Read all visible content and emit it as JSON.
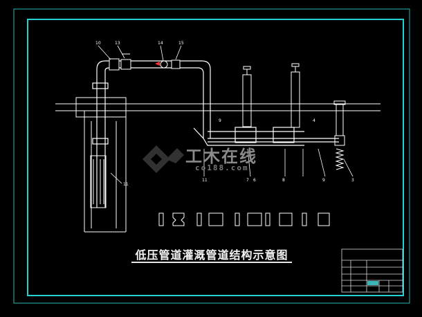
{
  "drawing": {
    "title": "低压管道灌溉管道结构示意图",
    "part_numbers": [
      "10",
      "13",
      "14",
      "15",
      "11",
      "9",
      "4",
      "11",
      "7",
      "6",
      "8",
      "3",
      "9"
    ],
    "watermark": {
      "brand": "工木在线",
      "domain": "co188.com"
    }
  },
  "colors": {
    "background": "#000000",
    "frame": "#25d1d1",
    "lines": "#ffffff",
    "accent": "#ff3333",
    "text": "#ffffff"
  }
}
